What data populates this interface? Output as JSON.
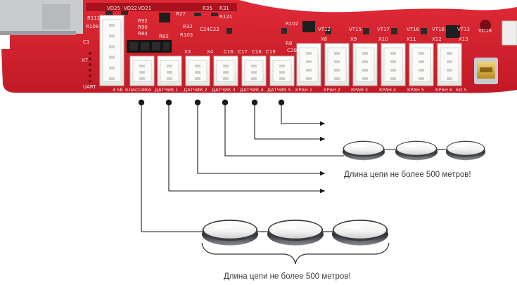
{
  "board": {
    "top_refs": [
      "R111",
      "VD25",
      "VD22",
      "VD21",
      "R27",
      "R35",
      "R32",
      "R31",
      "R121"
    ],
    "left_refs": [
      "R108",
      "R92",
      "R90",
      "R84",
      "R83",
      "R103",
      "C24",
      "C22",
      "R102",
      "C20",
      "R8"
    ],
    "vt_refs": [
      "VT12",
      "VT15",
      "VT17",
      "VT16",
      "VT18",
      "VT13",
      "VD18"
    ],
    "x_refs": [
      "X8",
      "X9",
      "X10",
      "X11",
      "X12",
      "X13"
    ],
    "jumper_refs": [
      "X3",
      "X4"
    ],
    "cap_refs": [
      "C16",
      "C17",
      "C18",
      "C19"
    ],
    "misc_refs": [
      "C1",
      "X7",
      "UART"
    ],
    "connector_labels": [
      "4 5В",
      "КЛАССИКА",
      "ДАТЧИК 1",
      "ДАТЧИК 2",
      "ДАТЧИК 3",
      "ДАТЧИК 4",
      "ДАТЧИК 5",
      "КРАН 1",
      "КРАН 2",
      "КРАН 3",
      "КРАН 4",
      "КРАН 5",
      "КРАН 6",
      "БО 5"
    ]
  },
  "captions": {
    "chain_upper": "Длина цепи не более 500 метров!",
    "chain_lower": "Длина цепи не более 500 метров!"
  },
  "icons": {
    "sensor": "leak-sensor-puck-icon",
    "arrow": "arrow-right-icon",
    "dot": "connection-dot-icon",
    "usb": "usb-connector-icon"
  },
  "colors": {
    "pcb": "#d3202e",
    "pcb_dark": "#a8121e",
    "connector": "#f4f4f2",
    "wire": "#1a1a1a",
    "caption": "#3a3a3a"
  }
}
